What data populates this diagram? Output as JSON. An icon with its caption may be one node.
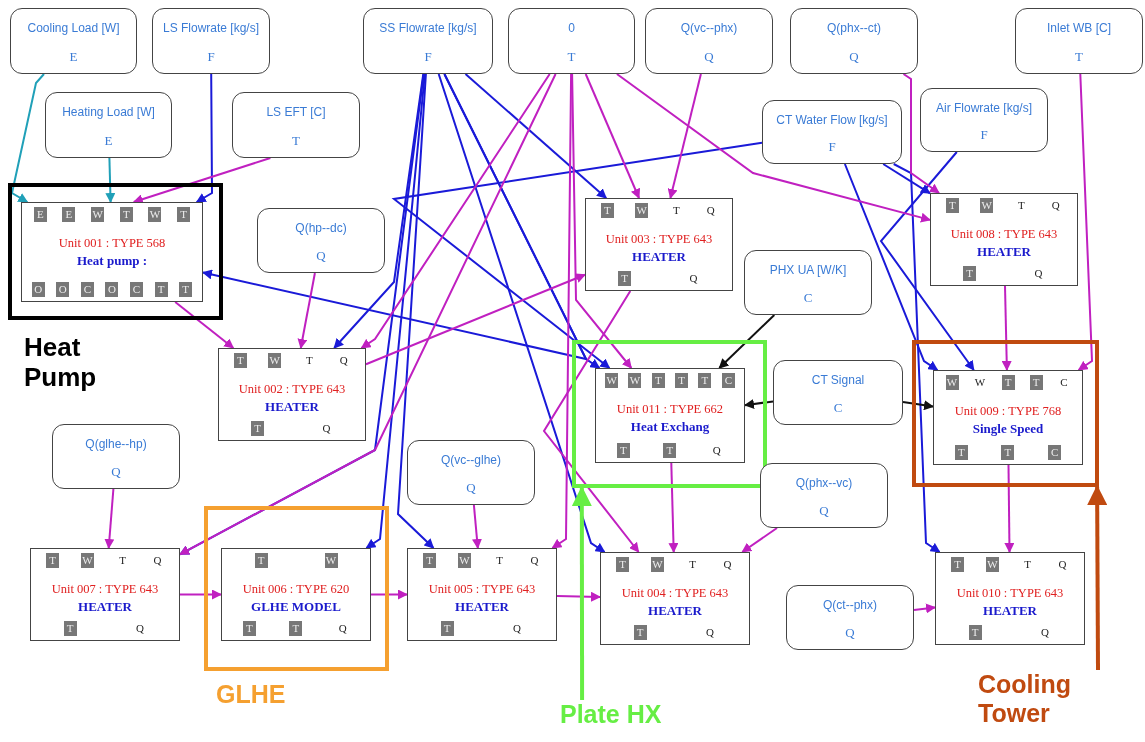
{
  "diagram": {
    "nodes": [
      {
        "text": [
          "Cooling Load [W]",
          "E"
        ]
      },
      {
        "text": [
          "LS Flowrate [kg/s]",
          "F"
        ]
      },
      {
        "text": [
          "SS Flowrate [kg/s]",
          "F"
        ]
      },
      {
        "text": [
          "0",
          "T"
        ]
      },
      {
        "text": [
          "Q(vc--phx)",
          "Q"
        ]
      },
      {
        "text": [
          "Q(phx--ct)",
          "Q"
        ]
      },
      {
        "text": [
          "Inlet WB [C]",
          "T"
        ]
      },
      {
        "text": [
          "Heating Load [W]",
          "E"
        ]
      },
      {
        "text": [
          "LS EFT [C]",
          "T"
        ]
      },
      {
        "text": [
          "CT Water Flow [kg/s]",
          "F"
        ]
      },
      {
        "text": [
          "Air Flowrate [kg/s]",
          "F"
        ]
      },
      {
        "text": [
          "Heat Pump"
        ]
      },
      {
        "text": [
          "E",
          "E",
          "W",
          "T",
          "W",
          "T",
          "Unit 001 : TYPE 568",
          "Heat pump :",
          "O",
          "O",
          "C",
          "O",
          "C",
          "T",
          "T"
        ],
        "in": 11
      },
      {
        "text": [
          "Q(hp--dc)",
          "Q"
        ]
      },
      {
        "text": [
          "T",
          "W",
          "T",
          "Q",
          "Unit 003 : TYPE 643",
          "HEATER",
          "T",
          "Q"
        ]
      },
      {
        "text": [
          "T",
          "W",
          "T",
          "Q",
          "Unit 008 : TYPE 643",
          "HEATER",
          "T",
          "Q"
        ]
      },
      {
        "text": [
          "PHX UA [W/K]",
          "C"
        ]
      },
      {
        "text": [
          "T",
          "W",
          "T",
          "Q",
          "Unit 002 : TYPE 643",
          "HEATER",
          "T",
          "Q"
        ]
      },
      {
        "text": [],
        "shape": "box"
      },
      {
        "text": [
          "W",
          "W",
          "T",
          "T",
          "T",
          "C",
          "Unit 011 : TYPE 662",
          "Heat Exchang",
          "T",
          "T",
          "Q"
        ],
        "in": 18
      },
      {
        "text": [
          "CT Signal",
          "C"
        ]
      },
      {
        "text": [],
        "shape": "box"
      },
      {
        "text": [
          "W",
          "W",
          "T",
          "T",
          "C",
          "Unit 009 : TYPE 768",
          "Single Speed",
          "T",
          "T",
          "C"
        ],
        "in": 21
      },
      {
        "text": [
          "Q(glhe--hp)",
          "Q"
        ]
      },
      {
        "text": [
          "Q(vc--glhe)",
          "Q"
        ]
      },
      {
        "text": [
          "Q(phx--vc)",
          "Q"
        ]
      },
      {
        "text": [
          "GLHE"
        ]
      },
      {
        "text": [
          "T",
          "W",
          "Unit 006 : TYPE 620",
          "GLHE MODEL",
          "T",
          "T",
          "Q"
        ],
        "in": 26
      },
      {
        "text": [
          "T",
          "W",
          "T",
          "Q",
          "Unit 007 : TYPE 643",
          "HEATER",
          "T",
          "Q"
        ]
      },
      {
        "text": [
          "T",
          "W",
          "T",
          "Q",
          "Unit 005 : TYPE 643",
          "HEATER",
          "T",
          "Q"
        ]
      },
      {
        "text": [
          "T",
          "W",
          "T",
          "Q",
          "Unit 004 : TYPE 643",
          "HEATER",
          "T",
          "Q"
        ]
      },
      {
        "text": [
          "T",
          "W",
          "T",
          "Q",
          "Unit 010 : TYPE 643",
          "HEATER",
          "T",
          "Q"
        ]
      },
      {
        "text": [
          "Q(ct--phx)",
          "Q"
        ]
      },
      {
        "text": [
          "Plate HX"
        ]
      },
      {
        "text": [
          "Cooling Tower"
        ]
      }
    ],
    "edges": [
      {
        "from": 0,
        "to": 12,
        "arrow": "to",
        "color": "#20a0b8"
      },
      {
        "from": 7,
        "to": 12,
        "arrow": "to",
        "color": "#20a0b8"
      },
      {
        "from": 1,
        "to": 12,
        "arrow": "to",
        "color": "#1a1ad8"
      },
      {
        "from": 2,
        "to": 12,
        "arrow": "to",
        "color": "#1a1ad8"
      },
      {
        "from": 2,
        "to": 14,
        "arrow": "to",
        "color": "#1a1ad8"
      },
      {
        "from": 2,
        "to": 17,
        "arrow": "to",
        "color": "#1a1ad8"
      },
      {
        "from": 2,
        "to": 28,
        "arrow": "to",
        "color": "#1a1ad8"
      },
      {
        "from": 2,
        "to": 27,
        "arrow": "to",
        "color": "#1a1ad8"
      },
      {
        "from": 2,
        "to": 29,
        "arrow": "to",
        "color": "#1a1ad8"
      },
      {
        "from": 2,
        "to": 30,
        "arrow": "to",
        "color": "#1a1ad8"
      },
      {
        "from": 2,
        "to": 19,
        "arrow": "to",
        "color": "#1a1ad8"
      },
      {
        "from": 9,
        "to": 19,
        "arrow": "to",
        "color": "#1a1ad8"
      },
      {
        "from": 9,
        "to": 15,
        "arrow": "to",
        "color": "#1a1ad8"
      },
      {
        "from": 9,
        "to": 22,
        "arrow": "to",
        "color": "#1a1ad8"
      },
      {
        "from": 9,
        "to": 31,
        "arrow": "to",
        "color": "#1a1ad8"
      },
      {
        "from": 10,
        "to": 22,
        "arrow": "to",
        "color": "#1a1ad8"
      },
      {
        "from": 8,
        "to": 12,
        "arrow": "to"
      },
      {
        "from": 3,
        "to": 14,
        "arrow": "to"
      },
      {
        "from": 3,
        "to": 17,
        "arrow": "to"
      },
      {
        "from": 3,
        "to": 28,
        "arrow": "to"
      },
      {
        "from": 3,
        "to": 29,
        "arrow": "to"
      },
      {
        "from": 3,
        "to": 15,
        "arrow": "to"
      },
      {
        "from": 3,
        "to": 19,
        "arrow": "to"
      },
      {
        "from": 4,
        "to": 14,
        "arrow": "to"
      },
      {
        "from": 5,
        "to": 15,
        "arrow": "to"
      },
      {
        "from": 6,
        "to": 22,
        "arrow": "to"
      },
      {
        "from": 12,
        "to": 17,
        "arrow": "to"
      },
      {
        "from": 13,
        "to": 17,
        "arrow": "to"
      },
      {
        "from": 17,
        "to": 14,
        "arrow": "to"
      },
      {
        "from": 23,
        "to": 28,
        "arrow": "to"
      },
      {
        "from": 24,
        "to": 29,
        "arrow": "to"
      },
      {
        "from": 25,
        "to": 30,
        "arrow": "to"
      },
      {
        "from": 32,
        "to": 31,
        "arrow": "to"
      },
      {
        "from": 28,
        "to": 27,
        "arrow": "to"
      },
      {
        "from": 27,
        "to": 29,
        "arrow": "to"
      },
      {
        "from": 29,
        "to": 30,
        "arrow": "to"
      },
      {
        "from": 14,
        "to": 30,
        "arrow": "to"
      },
      {
        "from": 19,
        "to": 30,
        "arrow": "to"
      },
      {
        "from": 15,
        "to": 22,
        "arrow": "to"
      },
      {
        "from": 22,
        "to": 31,
        "arrow": "to"
      },
      {
        "from": 16,
        "to": 19,
        "arrow": "to",
        "color": "#111111"
      },
      {
        "from": 20,
        "to": 19,
        "arrow": "to",
        "color": "#111111"
      },
      {
        "from": 20,
        "to": 22,
        "arrow": "to",
        "color": "#111111"
      },
      {
        "from": 33,
        "to": 18,
        "arrow": "to",
        "style": "thick",
        "color": "#66ee44"
      },
      {
        "from": 34,
        "to": 21,
        "arrow": "to",
        "style": "thick",
        "color": "#c04a10"
      }
    ]
  }
}
